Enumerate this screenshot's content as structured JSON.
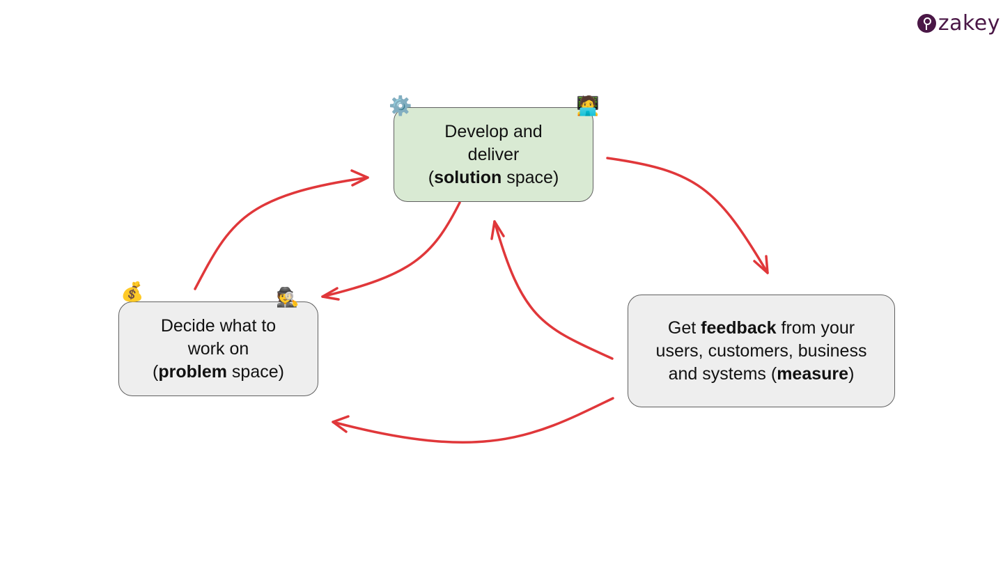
{
  "logo": {
    "text": "zakey",
    "icon": "key-icon",
    "color": "#4a1746"
  },
  "nodes": {
    "develop": {
      "before": "Develop and\ndeliver\n(",
      "bold": "solution",
      "after": " space)",
      "color": "#d9ead3"
    },
    "decide": {
      "before": "Decide what to\nwork on\n(",
      "bold": "problem",
      "after": " space)",
      "color": "#eeeeee"
    },
    "feedback": {
      "before": "Get ",
      "bold": "feedback",
      "mid": " from your\nusers, customers, business\nand systems (",
      "bold2": "measure",
      "after": ")",
      "color": "#eeeeee"
    }
  },
  "emojis": {
    "gear": "⚙️",
    "technologist": "🧑‍💻",
    "money_bag": "💰",
    "detective": "🕵️"
  },
  "arrow_color": "#e0373a"
}
